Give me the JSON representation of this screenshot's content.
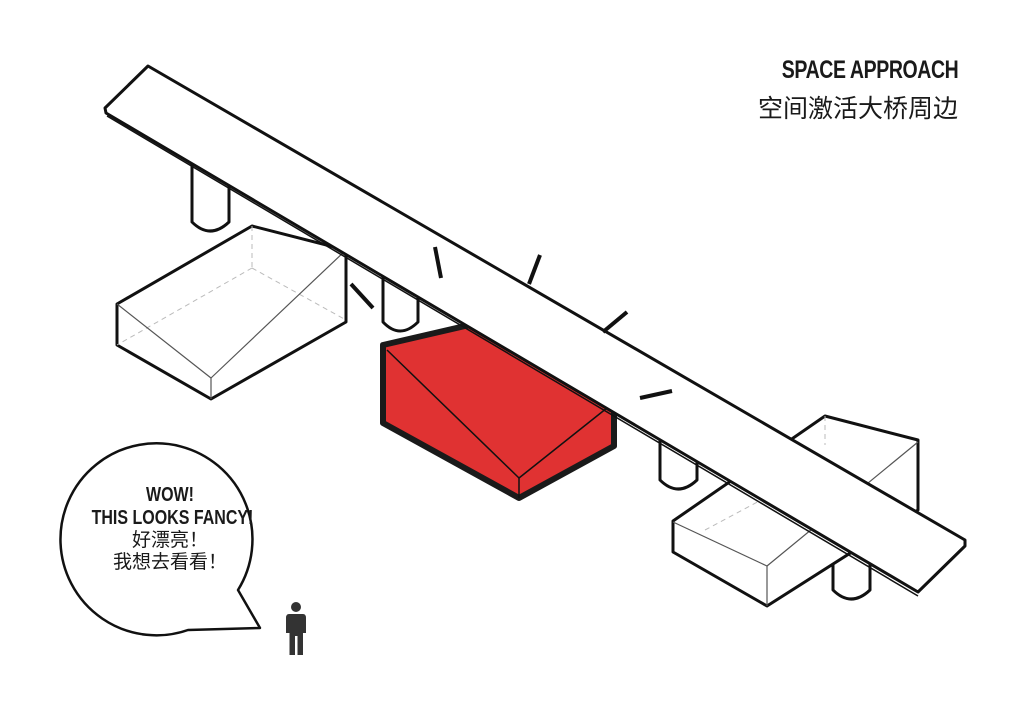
{
  "title": {
    "en": "SPACE APPROACH",
    "cn": "空间激活大桥周边"
  },
  "bubble": {
    "line1": "WOW!",
    "line2": "THIS LOOKS FANCY!",
    "line3": "好漂亮！",
    "line4": "我想去看看！"
  },
  "colors": {
    "highlight": "#e03232",
    "stroke": "#1a1a1a"
  }
}
